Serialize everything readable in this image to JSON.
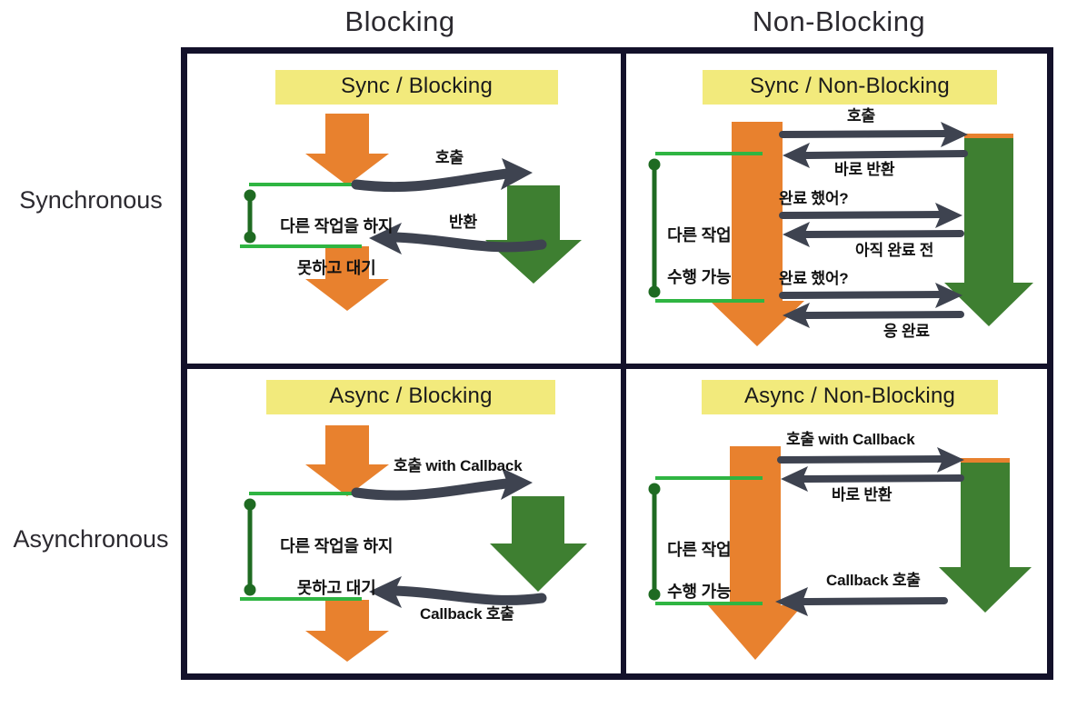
{
  "diagram": {
    "title_columns": [
      "Blocking",
      "Non-Blocking"
    ],
    "title_rows": [
      "Synchronous",
      "Asynchronous"
    ],
    "colors": {
      "orange": "#e8812e",
      "green_arrow": "#3e7f31",
      "green_line": "#2fb542",
      "green_dot": "#1f6b22",
      "yellow_chip": "#f2ea7c",
      "frame": "#13112a",
      "arrow_gray": "#3e4350",
      "text": "#121212"
    }
  },
  "columns": {
    "blocking": "Blocking",
    "non_blocking": "Non-Blocking"
  },
  "rows": {
    "synchronous": "Synchronous",
    "asynchronous": "Asynchronous"
  },
  "quadrants": {
    "sync_blocking": {
      "title": "Sync / Blocking",
      "wait_note_line1": "다른 작업을 하지",
      "wait_note_line2": "못하고 대기",
      "call_label": "호출",
      "return_label": "반환"
    },
    "sync_non_blocking": {
      "title": "Sync / Non-Blocking",
      "wait_note_line1": "다른 작업",
      "wait_note_line2": "수행 가능",
      "call_label": "호출",
      "immediate_return_label": "바로 반환",
      "poll1_label": "완료 했어?",
      "poll1_reply": "아직 완료 전",
      "poll2_label": "완료 했어?",
      "poll2_reply": "응 완료"
    },
    "async_blocking": {
      "title": "Async / Blocking",
      "wait_note_line1": "다른 작업을 하지",
      "wait_note_line2": "못하고 대기",
      "call_label": "호출 with Callback",
      "callback_label": "Callback 호출"
    },
    "async_non_blocking": {
      "title": "Async / Non-Blocking",
      "wait_note_line1": "다른 작업",
      "wait_note_line2": "수행 가능",
      "call_label": "호출 with Callback",
      "immediate_return_label": "바로 반환",
      "callback_label": "Callback 호출"
    }
  }
}
